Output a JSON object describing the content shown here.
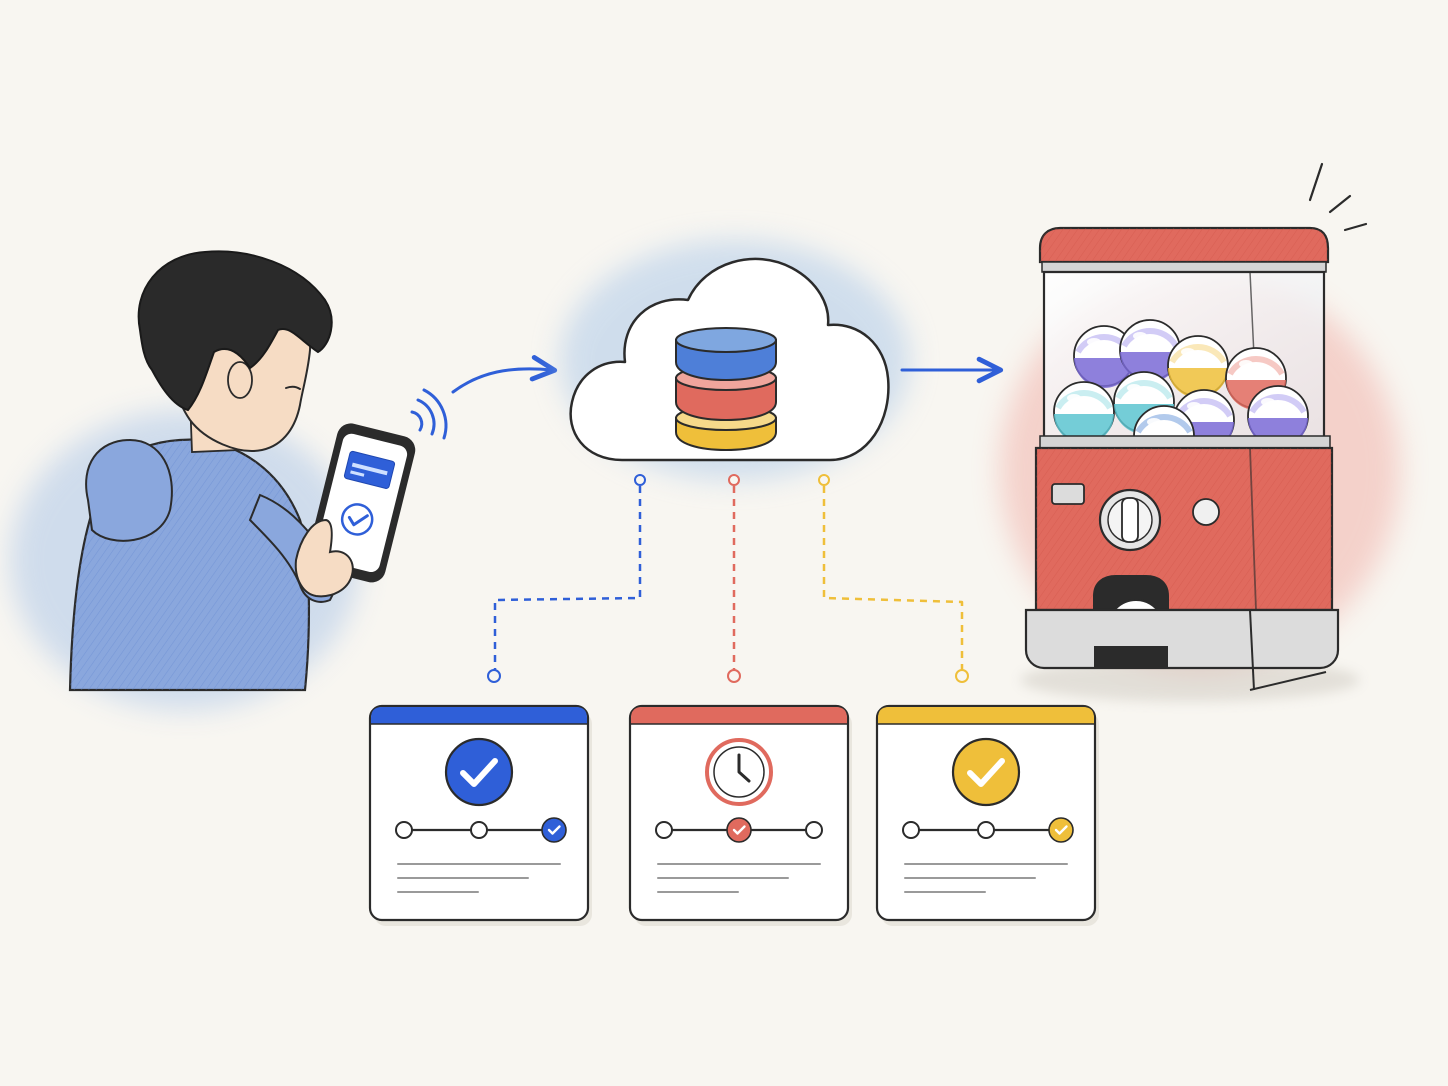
{
  "colors": {
    "background": "#f8f6f1",
    "ink": "#2b2b2b",
    "blue": "#2f5fd8",
    "blue_light": "#7fa7e0",
    "red": "#e06a5e",
    "red_light": "#f0a59c",
    "yellow": "#efbf3a",
    "yellow_light": "#f6d98a",
    "cyan": "#5cc4d0",
    "purple": "#7a6ad6",
    "skin": "#f6dcc4",
    "hair": "#2a2a2a",
    "hoodie": "#8aa7dd"
  },
  "flow": {
    "order": [
      "user-with-phone",
      "cloud-database",
      "gacha-machine"
    ],
    "connector": "arrow"
  },
  "user": {
    "icon": "person-with-phone-icon",
    "phone_screen": [
      "payment-card-icon",
      "checkmark-icon"
    ],
    "signal": "wireless-signal-icon"
  },
  "cloud": {
    "icon": "cloud-icon",
    "database_layers": [
      "blue",
      "red",
      "yellow"
    ]
  },
  "machine": {
    "icon": "gacha-capsule-machine-icon",
    "capsules": [
      "purple",
      "purple",
      "yellow",
      "red",
      "cyan",
      "cyan",
      "purple",
      "purple",
      "blue"
    ]
  },
  "status_cards": [
    {
      "color": "blue",
      "status_icon": "checkmark-icon",
      "progress_step": 3,
      "progress_total": 3
    },
    {
      "color": "red",
      "status_icon": "clock-icon",
      "progress_step": 2,
      "progress_total": 3
    },
    {
      "color": "yellow",
      "status_icon": "checkmark-icon",
      "progress_step": 3,
      "progress_total": 3
    }
  ]
}
